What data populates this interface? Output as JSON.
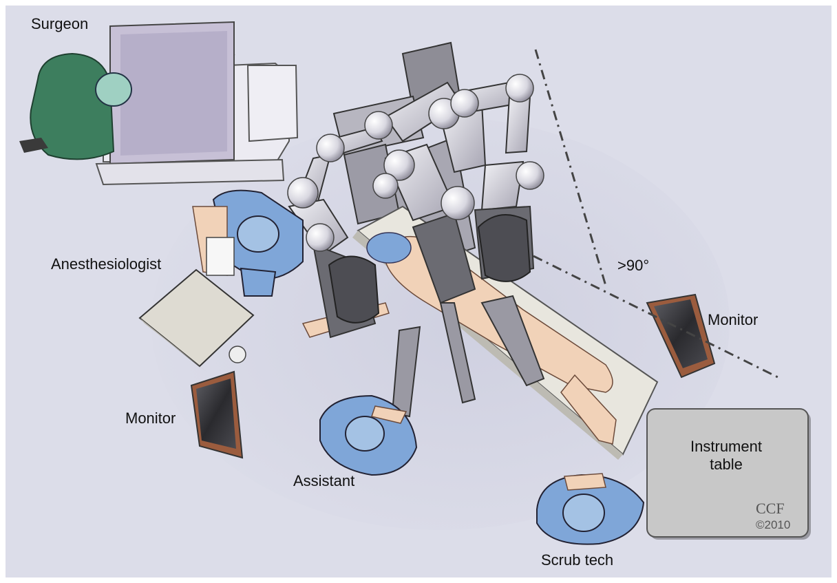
{
  "labels": {
    "surgeon": "Surgeon",
    "anesthesiologist": "Anesthesiologist",
    "monitor_left": "Monitor",
    "monitor_right": "Monitor",
    "assistant": "Assistant",
    "scrub_tech": "Scrub tech",
    "instrument_table_line1": "Instrument",
    "instrument_table_line2": "table",
    "angle": ">90°"
  },
  "credit": {
    "mark": "CCF",
    "year": "©2010"
  },
  "colors": {
    "background": "#dcdde9",
    "surgeon_scrubs": "#3d7e5e",
    "staff_scrubs": "#7fa6d8",
    "console": "#c6c0d6",
    "robot_arm": "#d4d3dc",
    "robot_dark": "#5a5a60",
    "skin": "#f1d2b8",
    "table": "#e6e4dc",
    "monitor_frame": "#9b5c3e",
    "instrument_table": "#c8c8c8"
  }
}
